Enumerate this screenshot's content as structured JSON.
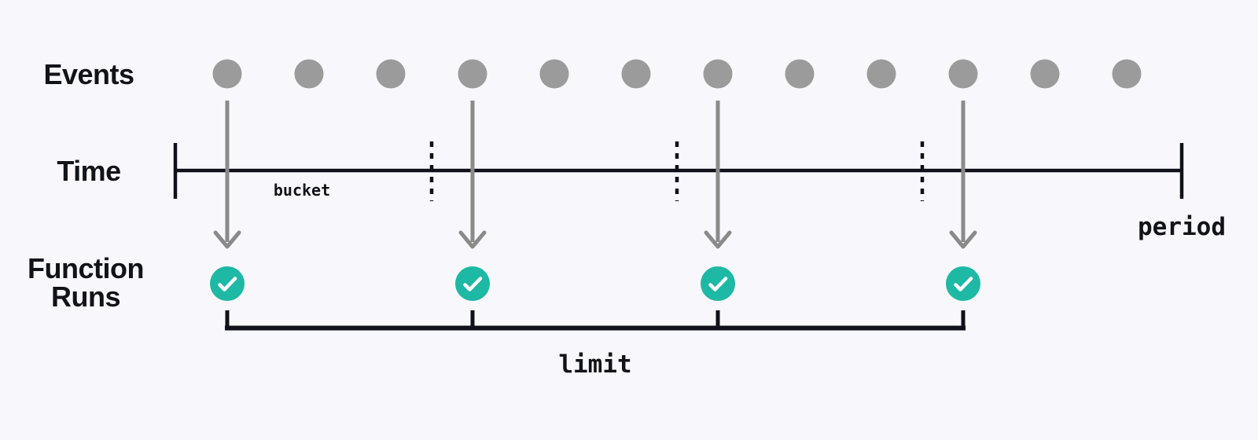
{
  "title": "throttle-buckets-diagram",
  "labels": {
    "events": "Events",
    "time": "Time",
    "function_runs_line1": "Function",
    "function_runs_line2": "Runs",
    "bucket": "bucket",
    "period": "period",
    "limit": "limit"
  },
  "diagram": {
    "event_count": 12,
    "processed_event_indices": [
      0,
      3,
      6,
      9
    ],
    "bucket_divider_count": 3,
    "bucket_count": 4,
    "function_run_count": 4,
    "run_marker_glyph": "checkmark"
  },
  "colors": {
    "background": "#f8f8fc",
    "text": "#121219",
    "line": "#10101a",
    "event_dot": "#9b9b9b",
    "arrow": "#8a8a8a",
    "run_circle": "#1db9a5",
    "check": "#ffffff"
  }
}
